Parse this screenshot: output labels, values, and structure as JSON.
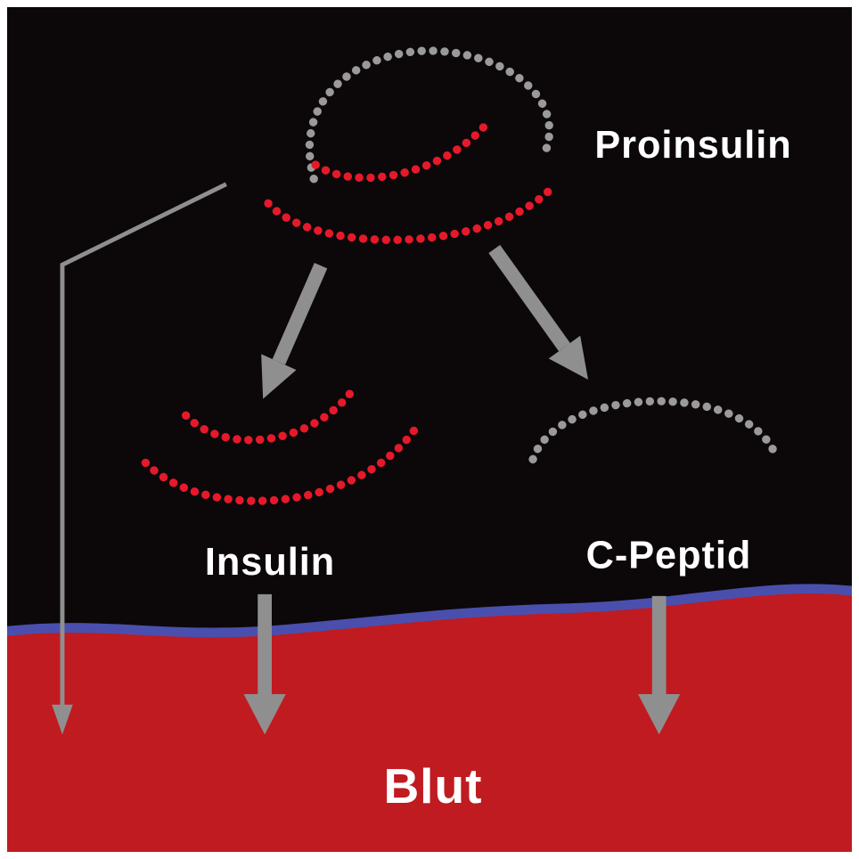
{
  "diagram": {
    "labels": {
      "proinsulin": "Proinsulin",
      "insulin": "Insulin",
      "c_peptid": "C-Peptid",
      "blut": "Blut"
    },
    "edges": [
      {
        "from": "Proinsulin",
        "to": "Insulin"
      },
      {
        "from": "Proinsulin",
        "to": "C-Peptid"
      },
      {
        "from": "Proinsulin",
        "to": "Blut"
      },
      {
        "from": "Insulin",
        "to": "Blut"
      },
      {
        "from": "C-Peptid",
        "to": "Blut"
      }
    ],
    "colors": {
      "bg_black": "#0c0809",
      "blood_red": "#c01b20",
      "membrane_blue": "#4a4fae",
      "arrow_gray": "#8f8f8f",
      "dot_red": "#e6192b",
      "dot_gray": "#9a9a9a",
      "label_white": "#ffffff"
    }
  }
}
